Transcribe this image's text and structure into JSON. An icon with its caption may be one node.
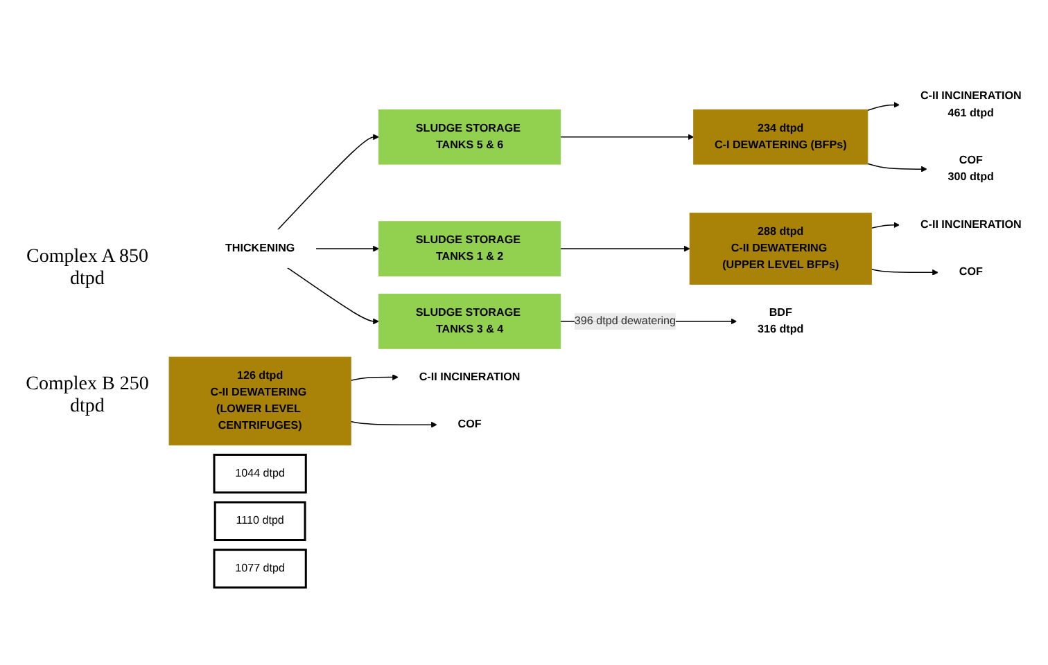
{
  "diagram": {
    "nodes": [
      {
        "text": [
          "THICKENING"
        ]
      },
      {
        "text": [
          "SLUDGE STORAGE TANKS 5 & 6"
        ]
      },
      {
        "text": [
          "SLUDGE STORAGE TANKS 3 & 4"
        ]
      },
      {
        "text": [
          "SLUDGE STORAGE TANKS 1 & 2"
        ]
      },
      {
        "text": [
          "234 dtpd",
          "C-I DEWATERING (BFPs)"
        ]
      },
      {
        "text": [
          "126 dtpd",
          "C-II DEWATERING (LOWER LEVEL CENTRIFUGES)"
        ]
      },
      {
        "text": [
          "288 dtpd",
          "C-II DEWATERING (UPPER LEVEL BFPs)"
        ]
      },
      {
        "text": [
          "C-II INCINERATION",
          "461 dtpd"
        ]
      },
      {
        "text": [
          "COF",
          "300 dtpd"
        ]
      },
      {
        "text": [
          "C-II INCINERATION"
        ]
      },
      {
        "text": [
          "COF"
        ]
      },
      {
        "text": [
          "BDF",
          "316 dtpd"
        ]
      },
      {
        "text": [
          "C-II INCINERATION"
        ]
      },
      {
        "text": [
          "COF"
        ]
      },
      {
        "text": [
          "1044 dtpd"
        ]
      },
      {
        "text": [
          "1110 dtpd"
        ]
      },
      {
        "text": [
          "1077 dtpd"
        ]
      }
    ],
    "edges": [
      {
        "from": 0,
        "to": 1,
        "arrow": "to"
      },
      {
        "from": 0,
        "to": 2,
        "arrow": "to"
      },
      {
        "from": 0,
        "to": 3,
        "arrow": "to"
      },
      {
        "from": 1,
        "to": 4,
        "arrow": "to"
      },
      {
        "from": 2,
        "to": 11,
        "arrow": "to",
        "label": "396 dtpd dewatering"
      },
      {
        "from": 3,
        "to": 6,
        "arrow": "to"
      },
      {
        "from": 4,
        "to": 7,
        "arrow": "to"
      },
      {
        "from": 4,
        "to": 8,
        "arrow": "to"
      },
      {
        "from": 5,
        "to": 9,
        "arrow": "to"
      },
      {
        "from": 5,
        "to": 10,
        "arrow": "to"
      },
      {
        "from": 6,
        "to": 12,
        "arrow": "to"
      },
      {
        "from": 6,
        "to": 13,
        "arrow": "to"
      }
    ],
    "labels": [
      "Complex A 850 dtpd",
      "Complex B 250 dtpd"
    ]
  }
}
